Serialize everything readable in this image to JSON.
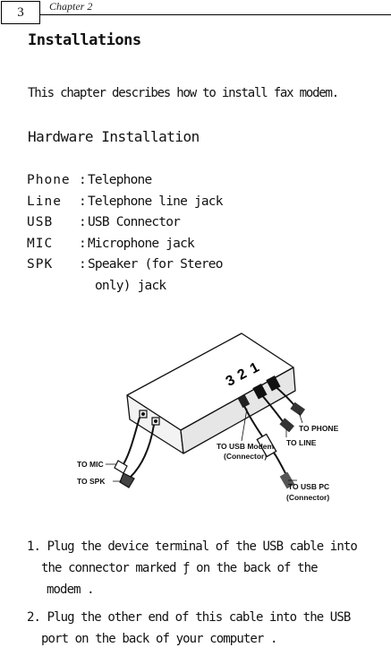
{
  "header": {
    "page_number": "3",
    "chapter": "Chapter 2"
  },
  "title": "Installations",
  "intro": "This chapter describes how to install  fax modem.",
  "subtitle": "Hardware Installation",
  "legend": [
    {
      "key": "Phone",
      "val": "Telephone"
    },
    {
      "key": "Line",
      "val": "Telephone line jack"
    },
    {
      "key": "USB",
      "val": "USB Connector"
    },
    {
      "key": "MIC",
      "val": "Microphone jack"
    },
    {
      "key": "SPK",
      "val": "Speaker (for Stereo",
      "cont": "only) jack"
    }
  ],
  "diagram": {
    "port_numbers": [
      "3",
      "2",
      "1"
    ],
    "labels": {
      "to_phone": "TO PHONE",
      "to_line": "TO LINE",
      "to_usb_modem": "TO USB Modem",
      "connector_1": "(Connector)",
      "to_mic": "TO MIC",
      "to_spk": "TO SPK",
      "to_usb_pc": "TO USB PC",
      "connector_2": "(Connector)"
    }
  },
  "steps": [
    {
      "l1": "1.  Plug the device terminal of the USB cable into",
      "l2": "the connector marked    ƒ on the back of the",
      "l3": "modem ."
    },
    {
      "l1": "2. Plug the other end of this cable into the USB",
      "l2": "port on the back of your computer ."
    }
  ]
}
